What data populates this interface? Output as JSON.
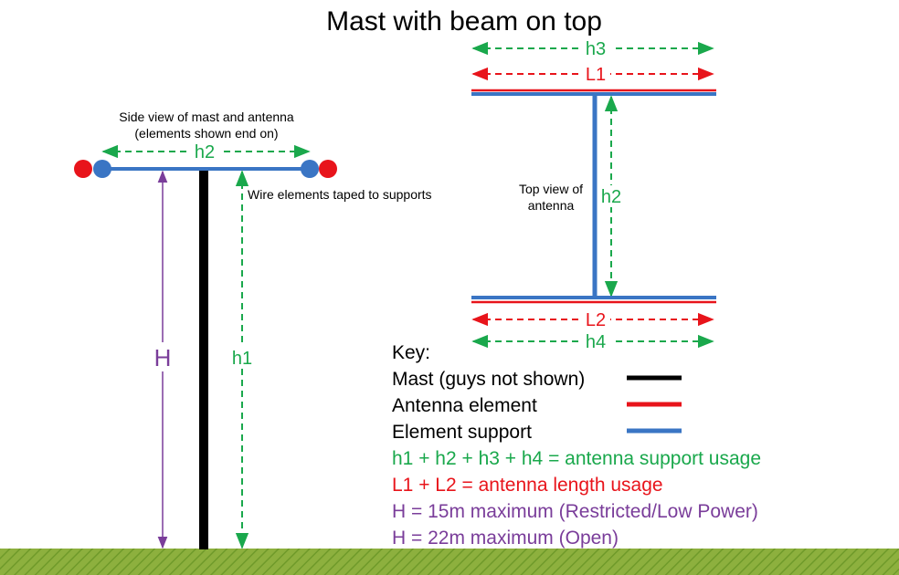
{
  "title": "Mast with beam on top",
  "side_view": {
    "caption_line1": "Side view of mast and antenna",
    "caption_line2": "(elements shown end on)",
    "h2_label": "h2",
    "h1_label": "h1",
    "H_label": "H",
    "wire_note": "Wire elements taped to supports"
  },
  "top_view": {
    "h3_label": "h3",
    "L1_label": "L1",
    "caption_line1": "Top view of",
    "caption_line2": "antenna",
    "h2_label": "h2",
    "L2_label": "L2",
    "h4_label": "h4"
  },
  "key": {
    "heading": "Key:",
    "mast": "Mast (guys not shown)",
    "antenna_element": "Antenna element",
    "element_support": "Element support",
    "support_formula": "h1 + h2 + h3 + h4 = antenna support usage",
    "length_formula": "L1 + L2 = antenna length usage",
    "restricted_limit": "H = 15m maximum (Restricted/Low Power)",
    "open_limit": "H = 22m maximum (Open)"
  },
  "colors": {
    "mast": "#000000",
    "antenna_element": "#e8141b",
    "element_support": "#3a75c4",
    "support_dimension": "#1aa84c",
    "length_dimension": "#e8141b",
    "height_dimension": "#7a3d9a",
    "ground": "#8db03e"
  }
}
